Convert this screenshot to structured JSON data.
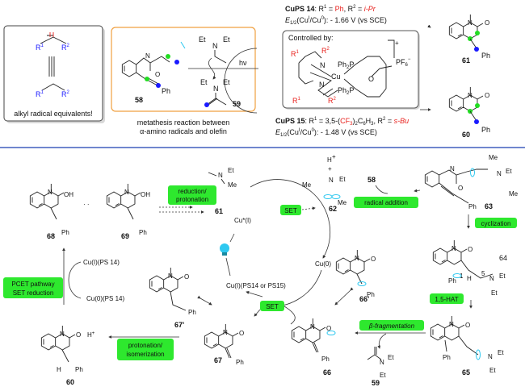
{
  "colors": {
    "accent_green": "#2ee82e",
    "radical_blue": "#1a1aff",
    "radical_green": "#22dd22",
    "orbital": "#2ec8f0",
    "box_orange": "#f0a040",
    "divider": "#1a3fb0"
  },
  "top": {
    "alkyl_box": {
      "r1": "R",
      "r1_sup": "1",
      "r2": "R",
      "r2_sup": "2",
      "caption": "alkyl radical equivalents!"
    },
    "metathesis": {
      "compound_58": "58",
      "compound_59": "59",
      "ph": "Ph",
      "hv": "hν",
      "et": "Et",
      "n": "N",
      "o": "O",
      "caption_line1": "metathesis reaction between",
      "caption_line2": "α-amino radicals and olefin"
    },
    "cups14": {
      "name": "CuPS 14",
      "colon": ": R",
      "r1_sup": "1",
      "eq1": " = ",
      "r1_val": "Ph",
      "comma": ", R",
      "r2_sup": "2",
      "eq2": " = ",
      "r2_val": "i-Pr",
      "e": "E",
      "e_sub": "1/2",
      "cu": "(Cu",
      "cu_sup1": "I",
      "cu2": "/Cu",
      "cu_sup2": "0",
      "potential": "): - 1.66 V (vs SCE)"
    },
    "cups15": {
      "name": "CuPS 15",
      "colon": ": R",
      "r1_sup": "1",
      "eq1": " = 3,5-(",
      "cf3": "CF",
      "cf3_sub": "3",
      "c6h3": ")",
      "c6h3_sub": "2",
      "c6h3_tail": "C",
      "c6h3_sub2": "6",
      "c6h3_h": "H",
      "c6h3_sub3": "3",
      "comma": ", R",
      "r2_sup": "2",
      "eq2": " = ",
      "r2_val": "s-Bu",
      "e": "E",
      "e_sub": "1/2",
      "cu": "(Cu",
      "cu_sup1": "I",
      "cu2": "/Cu",
      "cu_sup2": "0",
      "potential": "): - 1.48 V (vs SCE)"
    },
    "complex": {
      "title": "Controlled by:",
      "ph2p": "Ph",
      "ph2p_sub": "2",
      "p": "P",
      "cu": "Cu",
      "n": "N",
      "o": "O",
      "r1": "R",
      "r1_sup": "1",
      "r2": "R",
      "r2_sup": "2",
      "pf6": "PF",
      "pf6_sub": "6",
      "pf6_sup": "−",
      "plus": "+"
    },
    "products": {
      "compound_61": "61",
      "compound_60": "60",
      "ph": "Ph",
      "n": "N",
      "o": "O"
    }
  },
  "mechanism": {
    "compound_68": "68",
    "compound_69": "69",
    "compound_61": "61",
    "compound_62": "62",
    "compound_58": "58",
    "compound_63": "63",
    "compound_64": "64",
    "compound_65": "65",
    "compound_66": "66",
    "compound_66p": "66'",
    "compound_67": "67",
    "compound_67p": "67'",
    "compound_60": "60",
    "compound_59": "59",
    "labels": {
      "reduction": "reduction/",
      "protonation": "protonation",
      "radical_addition": "radical addition",
      "cyclization": "cyclization",
      "hat": "1,5-HAT",
      "beta_frag": "β-fragmentation",
      "prot_iso1": "protonation/",
      "prot_iso2": "isomerization",
      "pcet1": "PCET pathway",
      "pcet2": "SET reduction",
      "set": "SET"
    },
    "species": {
      "cu_star": "Cu*(I)",
      "cu0": "Cu(0)",
      "cu1": "Cu(I)(PS14 or PS15)",
      "cu1_ps14": "Cu(I)(PS 14)",
      "cu0_ps14": "Cu(0)(PS 14)",
      "h_plus": "H",
      "plus": "+",
      "h_cation": "H",
      "oh": "OH",
      "o": "O",
      "n": "N",
      "et": "Et",
      "me": "Me",
      "ph": "Ph",
      "h": "H",
      "pos1": "1",
      "pos5": "5"
    }
  }
}
